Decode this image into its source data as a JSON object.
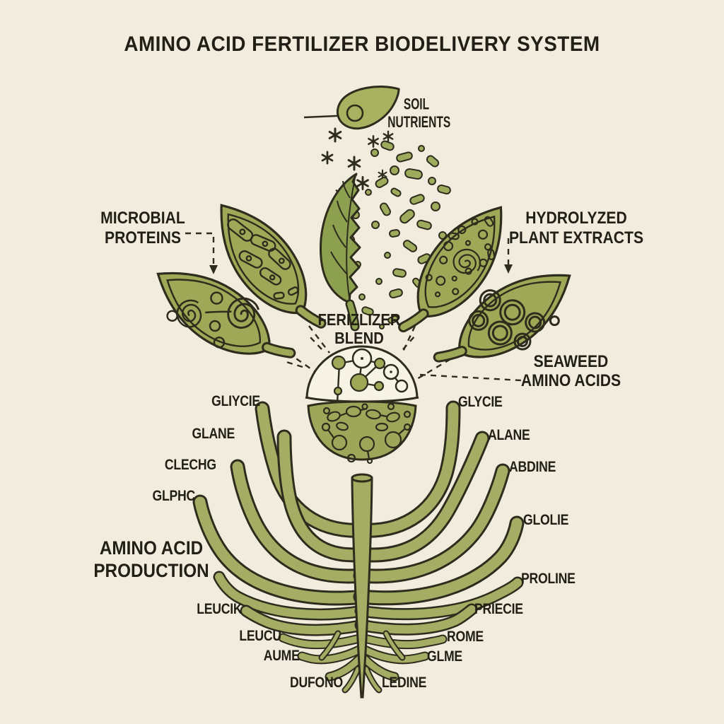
{
  "title": "AMINO ACID FERTILIZER BIODELIVERY SYSTEM",
  "annotations": {
    "soil_nutrients": {
      "line1": "SOIL",
      "line2": "NUTRIENTS"
    },
    "microbial_proteins": {
      "line1": "MICROBIAL",
      "line2": "PROTEINS"
    },
    "hydrolyzed_plant_extracts": {
      "line1": "HYDROLYZED",
      "line2": "PLANT EXTRACTS"
    },
    "fertilizer_blend": {
      "line1": "FERIZLIZER",
      "line2": "BLEND"
    },
    "seaweed_amino_acids": {
      "line1": "SEAWEED",
      "line2": "AMINO ACIDS"
    },
    "amino_acid_production": {
      "line1": "AMINO ACID",
      "line2": "PRODUCTION"
    }
  },
  "roots": {
    "left": [
      "GLIYCIE",
      "GLANE",
      "CLECHG",
      "GLPHC",
      "LEUCIK",
      "LEUCU",
      "AUME",
      "DUFONO"
    ],
    "right": [
      "GLYCIE",
      "ALANE",
      "ABDINE",
      "GLOLIE",
      "PROLINE",
      "PRIECIE",
      "ROME",
      "GLME",
      "LEDINE"
    ]
  },
  "colors": {
    "background": "#f1ecdd",
    "leaf_green": "#9da957",
    "bright_leaf_green": "#a6b25f",
    "root_green": "#a3ad64",
    "bowl_green": "#9ca75a",
    "dome_fill": "#f7f3e5",
    "outline_ink": "#2e2c1d",
    "text": "#211f16"
  }
}
